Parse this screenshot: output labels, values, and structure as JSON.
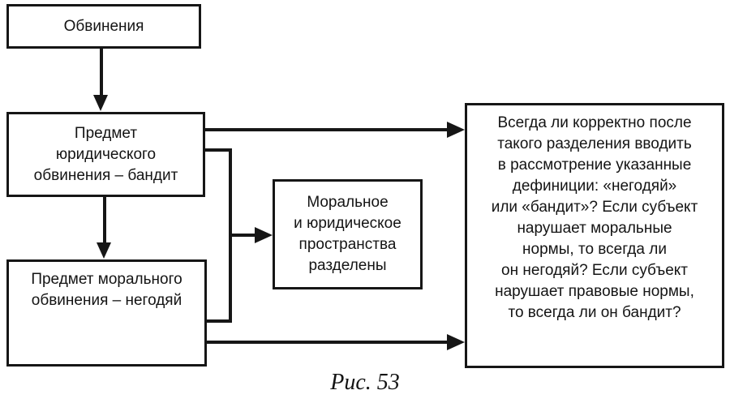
{
  "figure": {
    "caption": "Рис. 53"
  },
  "nodes": {
    "accusations": "Обвинения",
    "legal": "Предмет\nюридического\nобвинения – бандит",
    "moral": "Предмет морального\nобвинения – негодяй",
    "separated": "Моральное\nи юридическое\nпространства\nразделены",
    "question": "Всегда ли корректно после\nтакого разделения вводить\nв рассмотрение указанные\nдефиниции: «негодяй»\nили «бандит»? Если субъект\nнарушает моральные\nнормы, то всегда ли\nон негодяй? Если субъект\nнарушает правовые нормы,\nто всегда ли он бандит?"
  }
}
